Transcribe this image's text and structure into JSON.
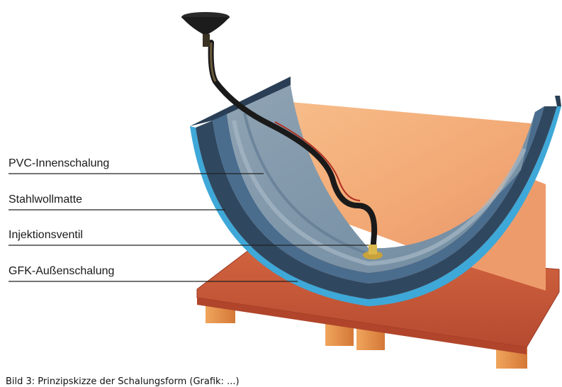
{
  "labels": {
    "pvc": "PVC-Innenschalung",
    "stahlwolle": "Stahlwollmatte",
    "ventil": "Injektionsventil",
    "gfk": "GFK-Außenschalung"
  },
  "caption": "Bild 3: Prinzipskizze der Schalungsform (Grafik: ...)",
  "colors": {
    "pallet": "#c9553a",
    "pallet_blocks": "#e08a4c",
    "mold_back": "#f4b07e",
    "steelwool": "#3d5a74",
    "outer_shell": "#3ea8d8",
    "hose": "#1a1a1a"
  },
  "icons": [
    "funnel-icon",
    "injection-valve-icon"
  ]
}
